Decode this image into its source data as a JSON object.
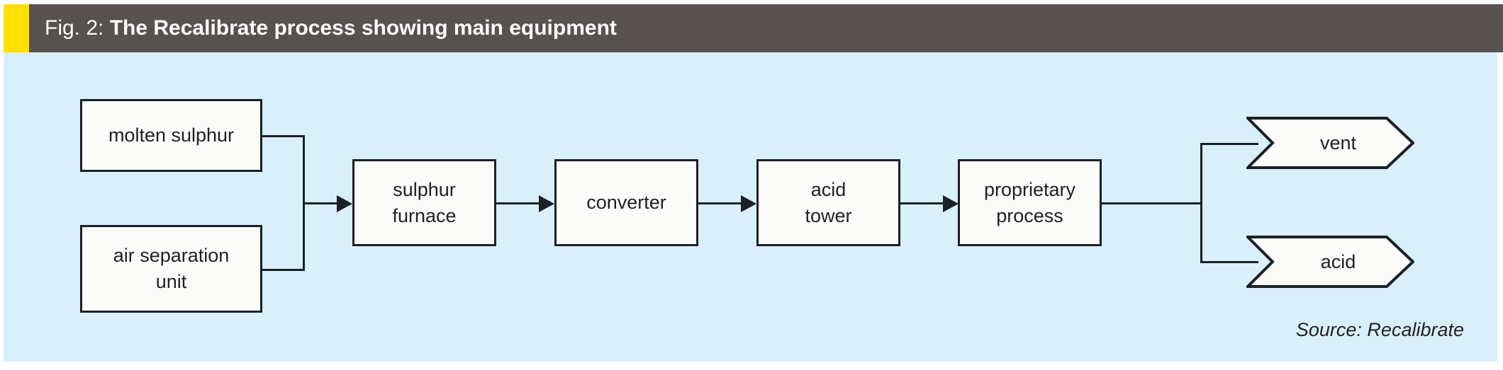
{
  "figure": {
    "label": "Fig. 2:",
    "title": "The Recalibrate process showing main equipment",
    "source": "Source: Recalibrate",
    "accent_color": "#ffe000",
    "header_color": "#575250",
    "panel_color": "#d9f0fa",
    "node_fill": "#fbfbfa",
    "line_color": "#1b2026"
  },
  "diagram": {
    "type": "process-flow",
    "nodes": [
      {
        "id": "molten-sulphur",
        "label": "molten sulphur",
        "shape": "rect"
      },
      {
        "id": "air-separation-unit",
        "label": "air separation\nunit",
        "shape": "rect"
      },
      {
        "id": "sulphur-furnace",
        "label": "sulphur\nfurnace",
        "shape": "rect"
      },
      {
        "id": "converter",
        "label": "converter",
        "shape": "rect"
      },
      {
        "id": "acid-tower",
        "label": "acid\ntower",
        "shape": "rect"
      },
      {
        "id": "proprietary-process",
        "label": "proprietary\nprocess",
        "shape": "rect"
      },
      {
        "id": "vent",
        "label": "vent",
        "shape": "chevron"
      },
      {
        "id": "acid",
        "label": "acid",
        "shape": "chevron"
      }
    ],
    "edges": [
      {
        "from": "molten-sulphur",
        "to": "sulphur-furnace",
        "arrow": true
      },
      {
        "from": "air-separation-unit",
        "to": "sulphur-furnace",
        "arrow": true
      },
      {
        "from": "sulphur-furnace",
        "to": "converter",
        "arrow": true
      },
      {
        "from": "converter",
        "to": "acid-tower",
        "arrow": true
      },
      {
        "from": "acid-tower",
        "to": "proprietary-process",
        "arrow": true
      },
      {
        "from": "proprietary-process",
        "to": "vent",
        "arrow": false
      },
      {
        "from": "proprietary-process",
        "to": "acid",
        "arrow": false
      }
    ]
  }
}
